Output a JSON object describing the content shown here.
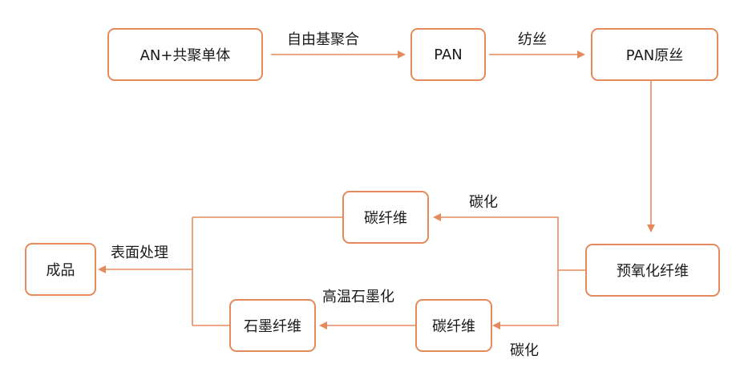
{
  "accent_color": "#e58a5c",
  "nodes": {
    "monomer": "AN+共聚单体",
    "pan": "PAN",
    "precursor": "PAN原丝",
    "preox": "预氧化纤维",
    "carbon_top": "碳纤维",
    "carbon_bottom": "碳纤维",
    "graphite": "石墨纤维",
    "product": "成品"
  },
  "edges": {
    "polymerization": "自由基聚合",
    "spinning": "纺丝",
    "carbonization_top": "碳化",
    "carbonization_bottom": "碳化",
    "graphitization": "高温石墨化",
    "surface_treatment": "表面处理"
  }
}
